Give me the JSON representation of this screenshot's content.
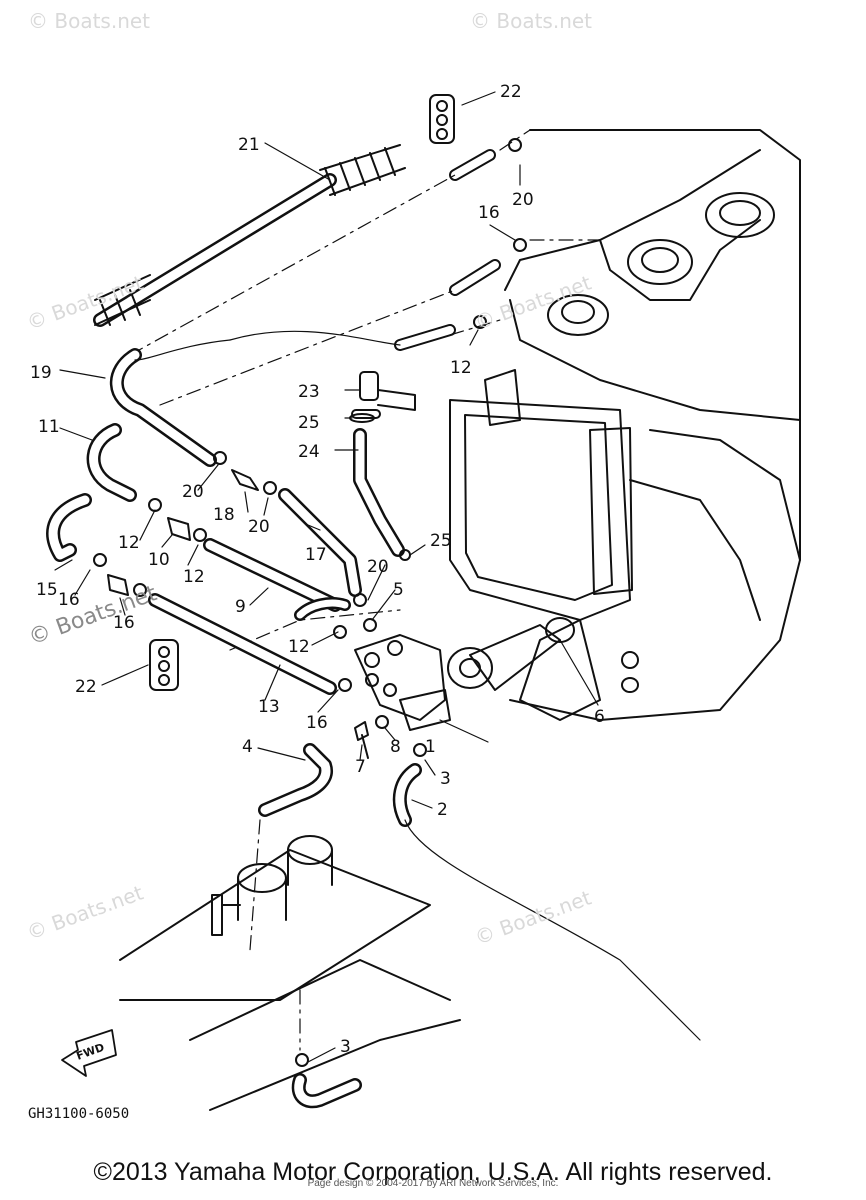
{
  "diagram": {
    "part_callouts": [
      "1",
      "2",
      "3",
      "3",
      "4",
      "5",
      "6",
      "7",
      "8",
      "9",
      "10",
      "11",
      "12",
      "12",
      "12",
      "12",
      "13",
      "15",
      "16",
      "16",
      "16",
      "16",
      "17",
      "18",
      "19",
      "20",
      "20",
      "20",
      "20",
      "21",
      "22",
      "22",
      "23",
      "24",
      "25",
      "25"
    ],
    "drawing_code": "GH31100-6050",
    "direction_arrow_label": "FWD",
    "watermarks": [
      "© Boats.net",
      "© Boats.net",
      "© Boats.net",
      "© Boats.net",
      "© Boats.net",
      "© Boats.net",
      "© Boats.net"
    ]
  },
  "footer": {
    "copyright": "©2013 Yamaha Motor Corporation, U.S.A. All rights reserved.",
    "page_design": "Page design © 2004-2017 by ARI Network Services, Inc."
  },
  "colors": {
    "ink": "#111111",
    "watermark": "#d9d9d9",
    "background": "#ffffff"
  }
}
